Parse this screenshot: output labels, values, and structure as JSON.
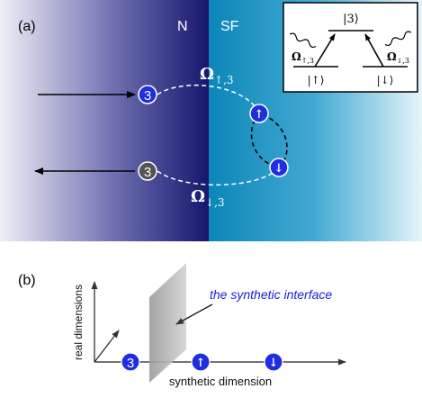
{
  "panel_a": {
    "label": "(a)",
    "region_left": "N",
    "region_right": "SF",
    "coupling_top": {
      "symbol": "Ω",
      "subscript": "↑,3"
    },
    "coupling_bottom": {
      "symbol": "Ω",
      "subscript": "↓,3"
    },
    "particle_incoming": "3",
    "particle_outgoing": "3",
    "spin_up": "↑",
    "spin_down": "↓",
    "inset": {
      "level_top": "|3⟩",
      "level_left": "|↑⟩",
      "level_right": "|↓⟩",
      "omega_left": {
        "symbol": "Ω",
        "subscript": "↑,3"
      },
      "omega_right": {
        "symbol": "Ω",
        "subscript": "↓,3"
      }
    }
  },
  "panel_b": {
    "label": "(b)",
    "y_axis_label": "real dimensions",
    "x_axis_label": "synthetic dimension",
    "interface_label": "the synthetic interface",
    "site_3": "3",
    "site_up": "↑",
    "site_down": "↓"
  },
  "colors": {
    "particle_blue": "#1f2fe0",
    "particle_gray": "#555555",
    "interface_label": "#1a1ae0"
  }
}
